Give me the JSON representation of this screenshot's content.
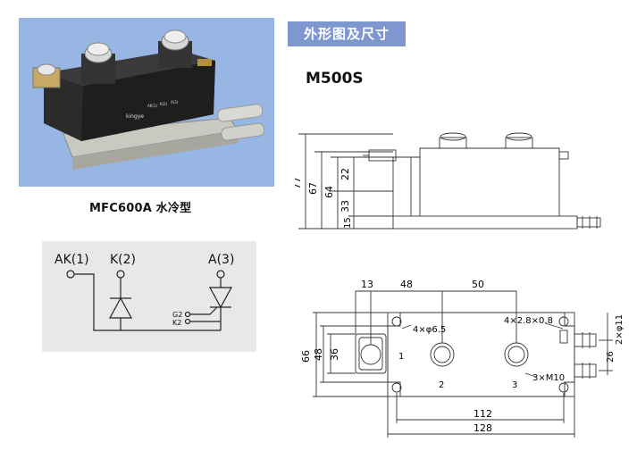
{
  "section_header": "外形图及尺寸",
  "model_name": "M500S",
  "photo": {
    "brand_text": "kingye",
    "pin_text_1": "AK(1)",
    "pin_text_2": "K(2)",
    "pin_text_3": "A(3)"
  },
  "caption": "MFC600A 水冷型",
  "schematic": {
    "pin_ak": "AK(1)",
    "pin_k": "K(2)",
    "pin_a": "A(3)",
    "gate_g2": "G2",
    "gate_k2": "K2"
  },
  "side_view": {
    "dim_77": "77",
    "dim_67": "67",
    "dim_64": "64",
    "dim_22": "22",
    "dim_33": "33",
    "dim_15": "15"
  },
  "top_view": {
    "dim_13": "13",
    "dim_48_top": "48",
    "dim_50": "50",
    "hole_label": "4×φ6.5",
    "slot_label": "4×2.8×0.8",
    "pipe_label": "2×φ11",
    "dim_26": "26",
    "dim_66": "66",
    "dim_48_left": "48",
    "dim_36": "36",
    "term_1": "1",
    "term_2": "2",
    "term_3": "3",
    "screw_label": "3×M10",
    "dim_112": "112",
    "dim_128": "128"
  }
}
